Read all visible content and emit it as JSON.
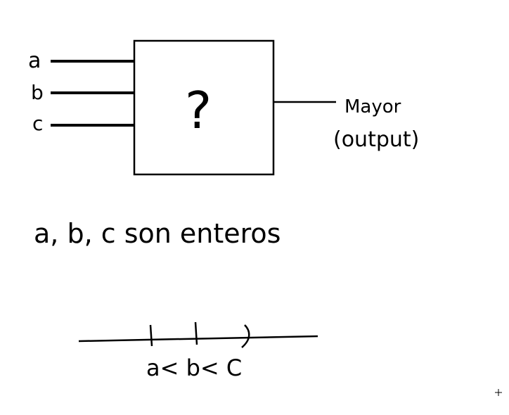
{
  "diagram": {
    "inputs": [
      "a",
      "b",
      "c"
    ],
    "box_symbol": "?",
    "output_label": "Mayor",
    "output_sub": "(output)"
  },
  "note": {
    "statement": "a, b, c son enteros",
    "order": "a< b< C"
  },
  "colors": {
    "ink": "#000000",
    "background": "#ffffff"
  }
}
